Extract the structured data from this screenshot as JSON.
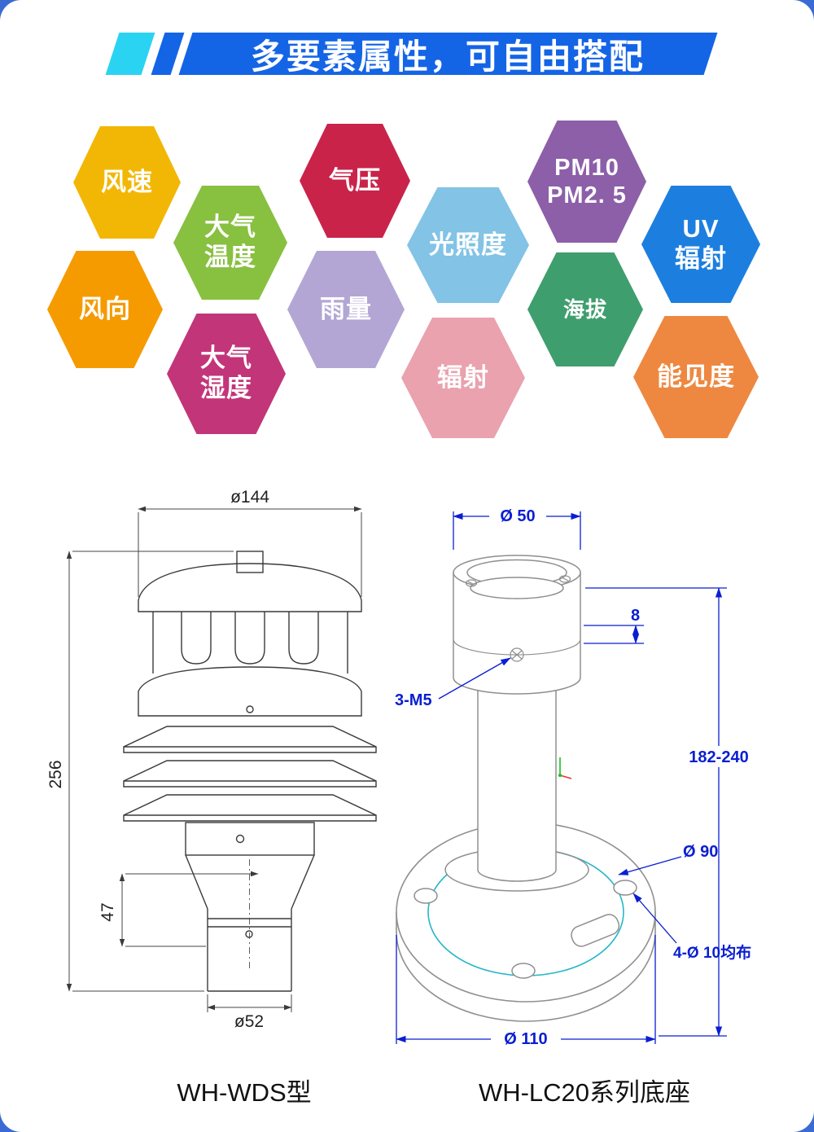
{
  "page": {
    "outer_background": "#3a6ad4",
    "card_background": "#ffffff"
  },
  "header": {
    "title": "多要素属性，可自由搭配",
    "banner_color": "#1464e6",
    "stripe_cyan": "#2bd3f2",
    "stripe_blue": "#1464e6"
  },
  "hexagons": [
    {
      "id": "wind-speed",
      "lines": [
        "风速"
      ],
      "color": "#f2b705"
    },
    {
      "id": "air-temperature",
      "lines": [
        "大气",
        "温度"
      ],
      "color": "#88c040"
    },
    {
      "id": "air-pressure",
      "lines": [
        "气压"
      ],
      "color": "#c9234a"
    },
    {
      "id": "illuminance",
      "lines": [
        "光照度"
      ],
      "color": "#82c3e6"
    },
    {
      "id": "pm10-pm25",
      "lines": [
        "PM10",
        "PM2. 5"
      ],
      "color": "#8c5fa8"
    },
    {
      "id": "uv-radiation",
      "lines": [
        "UV",
        "辐射"
      ],
      "color": "#1c7fe0"
    },
    {
      "id": "wind-direction",
      "lines": [
        "风向"
      ],
      "color": "#f59b00"
    },
    {
      "id": "rainfall",
      "lines": [
        "雨量"
      ],
      "color": "#b3a6d4"
    },
    {
      "id": "altitude",
      "lines": [
        "海拔"
      ],
      "color": "#3f9e6e"
    },
    {
      "id": "air-humidity",
      "lines": [
        "大气",
        "湿度"
      ],
      "color": "#c23579"
    },
    {
      "id": "radiation",
      "lines": [
        "辐射"
      ],
      "color": "#e9a2ae"
    },
    {
      "id": "visibility",
      "lines": [
        "能见度"
      ],
      "color": "#ee8840"
    }
  ],
  "left_diagram": {
    "caption": "WH-WDS型",
    "dim_top": "ø144",
    "dim_height": "256",
    "dim_lower": "47",
    "dim_bottom": "ø52",
    "line_color": "#3a3a3a"
  },
  "right_diagram": {
    "caption": "WH-LC20系列底座",
    "dim_top": "Ø 50",
    "dim_offset": "8",
    "dim_thread": "3-M5",
    "dim_height": "182-240",
    "dim_circle": "Ø 90",
    "dim_holes": "4-Ø 10均布",
    "dim_base": "Ø 110",
    "dim_color": "#0a1ed2",
    "line_color": "#8f8f8f",
    "bolt_circle_color": "#24b6c9"
  }
}
